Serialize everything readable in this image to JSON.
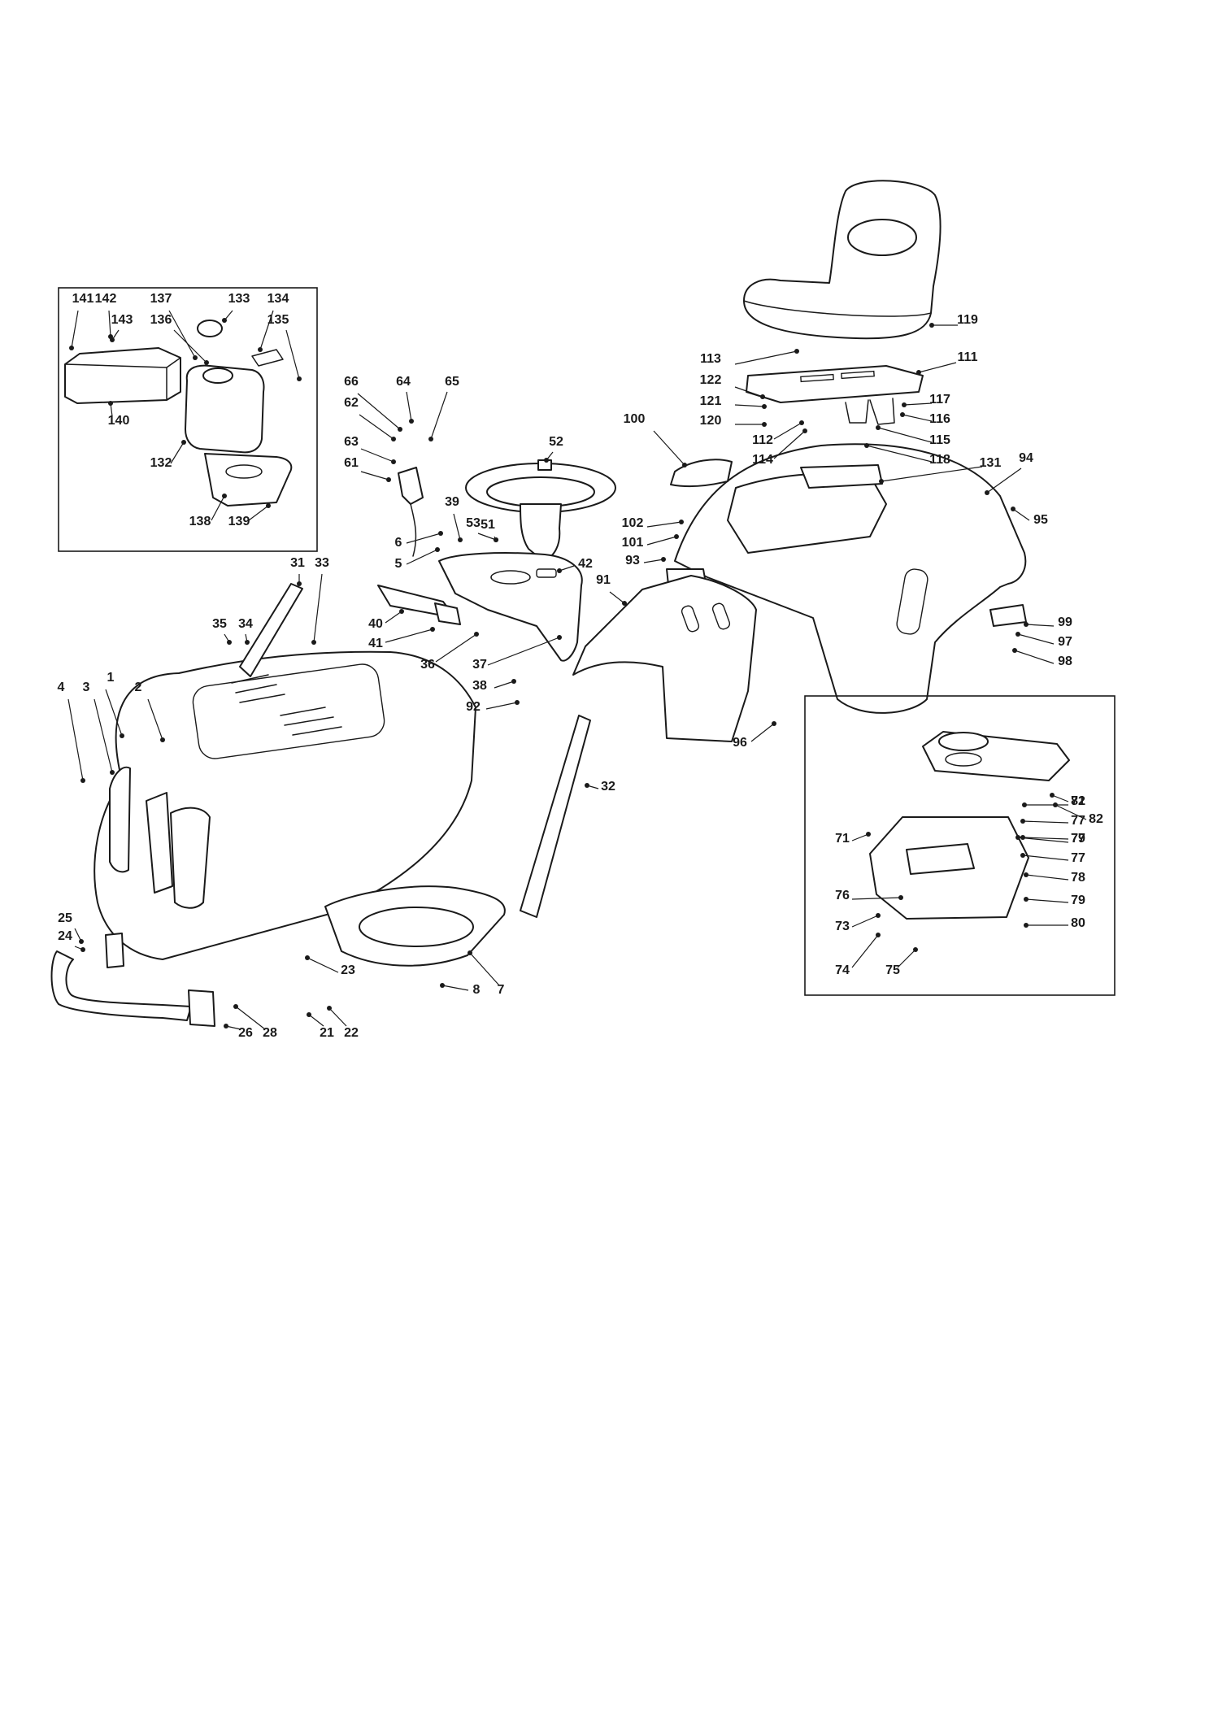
{
  "callouts": [
    "1",
    "2",
    "3",
    "4",
    "5",
    "6",
    "7",
    "8",
    "21",
    "22",
    "23",
    "24",
    "25",
    "26",
    "28",
    "31",
    "32",
    "33",
    "34",
    "35",
    "36",
    "37",
    "38",
    "39",
    "40",
    "41",
    "42",
    "51",
    "52",
    "53",
    "61",
    "62",
    "63",
    "64",
    "65",
    "66",
    "71",
    "72",
    "73",
    "74",
    "75",
    "76",
    "77",
    "77",
    "77",
    "78",
    "79",
    "79",
    "80",
    "81",
    "82",
    "91",
    "92",
    "93",
    "94",
    "95",
    "96",
    "97",
    "98",
    "99",
    "100",
    "101",
    "102",
    "111",
    "112",
    "113",
    "114",
    "115",
    "116",
    "117",
    "118",
    "119",
    "120",
    "121",
    "122",
    "131",
    "132",
    "133",
    "134",
    "135",
    "136",
    "137",
    "138",
    "139",
    "140",
    "141",
    "142",
    "143"
  ]
}
